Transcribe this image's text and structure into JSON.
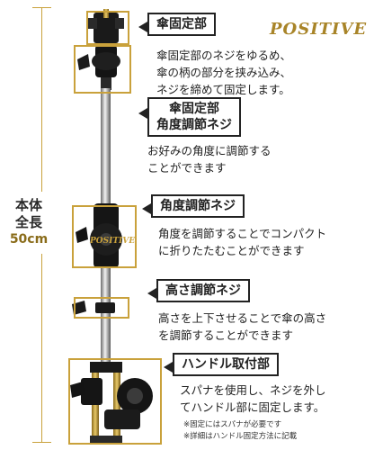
{
  "brand": "POSITIVE",
  "dimension": {
    "label": "本体",
    "label2": "全長",
    "value": "50cm"
  },
  "callouts": [
    {
      "title": "傘固定部",
      "lines": [
        "傘固定部のネジをゆるめ、",
        "傘の柄の部分を挟み込み、",
        "ネジを締めて固定します。"
      ]
    },
    {
      "title_lines": [
        "傘固定部",
        "角度調節ネジ"
      ],
      "lines": [
        "お好みの角度に調節する",
        "ことができます"
      ]
    },
    {
      "title": "角度調節ネジ",
      "lines": [
        "角度を調節することでコンパクト",
        "に折りたたむことができます"
      ]
    },
    {
      "title": "高さ調節ネジ",
      "lines": [
        "高さを上下させることで傘の高さ",
        "を調節することができます"
      ]
    },
    {
      "title": "ハンドル取付部",
      "lines": [
        "スパナを使用し、ネジを外し",
        "てハンドル部に固定します。"
      ]
    }
  ],
  "notes": [
    "※固定にはスパナが必要です",
    "※詳細はハンドル固定方法に記載"
  ],
  "product_badge": "POSITIVE",
  "colors": {
    "accent": "#c9a13b",
    "pole": "#b8b8b8",
    "black_part": "#1a1a1a"
  }
}
